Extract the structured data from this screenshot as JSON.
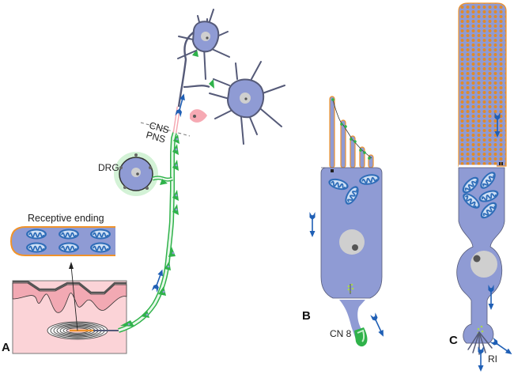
{
  "figure": {
    "panels": [
      {
        "id": "A",
        "label": "A",
        "description": "Somatosensory receptor neuron"
      },
      {
        "id": "B",
        "label": "B",
        "description": "Hair cell"
      },
      {
        "id": "C",
        "label": "C",
        "description": "Photoreceptor (rod)"
      }
    ],
    "labels": {
      "receptive_ending": "Receptive ending",
      "drg": "DRG",
      "cns": "CNS",
      "pns": "PNS",
      "cn8": "CN 8",
      "ri": "RI"
    },
    "colors": {
      "cell_body": "#8f9bd4",
      "cell_outline": "#555a78",
      "myelin_green": "#2fb24a",
      "myelin_light": "#c8efcc",
      "mitochondria": "#2f6db8",
      "skin_dark": "#f2a9b3",
      "skin_light": "#fbd3d7",
      "nucleus": "#cfcfcf",
      "nucleolus": "#555555",
      "membrane_orange": "#f0932b",
      "arrow_blue": "#1f5fb5",
      "pink_cell": "#f6a9b3"
    }
  }
}
